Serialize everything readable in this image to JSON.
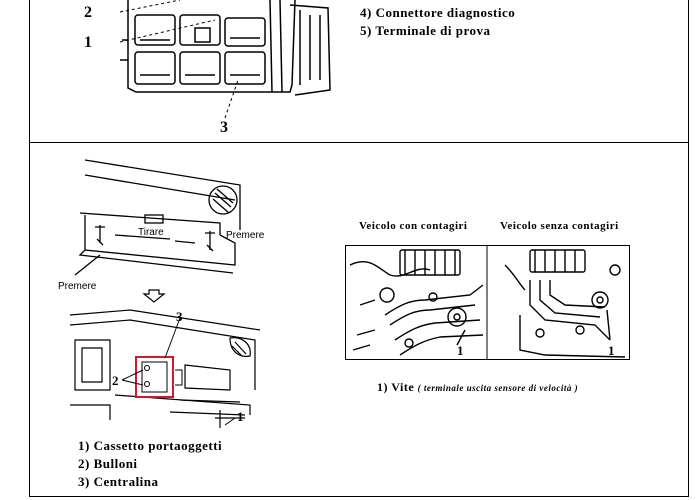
{
  "top": {
    "legend": [
      {
        "text": "4) Connettore diagnostico"
      },
      {
        "text": "5) Terminale di prova"
      }
    ],
    "callouts": {
      "n1": "1",
      "n2": "2",
      "n3": "3"
    }
  },
  "left": {
    "diagram_labels": {
      "pull": "Tirare",
      "press_right": "Premere",
      "press_left": "Premere"
    },
    "callouts": {
      "n1": "1",
      "n2": "2",
      "n3": "3"
    },
    "legend": [
      {
        "text": "1) Cassetto portaoggetti"
      },
      {
        "text": "2) Bulloni"
      },
      {
        "text": "3) Centralina"
      }
    ]
  },
  "right": {
    "header_with": "Veicolo con contagiri",
    "header_without": "Veicolo senza contagiri",
    "callouts": {
      "left_1": "1",
      "right_1": "1"
    },
    "caption_main": "1) Vite",
    "caption_note": "( terminale uscita sensore di velocità )"
  },
  "colors": {
    "highlight": "#d0182a",
    "ink": "#000000"
  }
}
